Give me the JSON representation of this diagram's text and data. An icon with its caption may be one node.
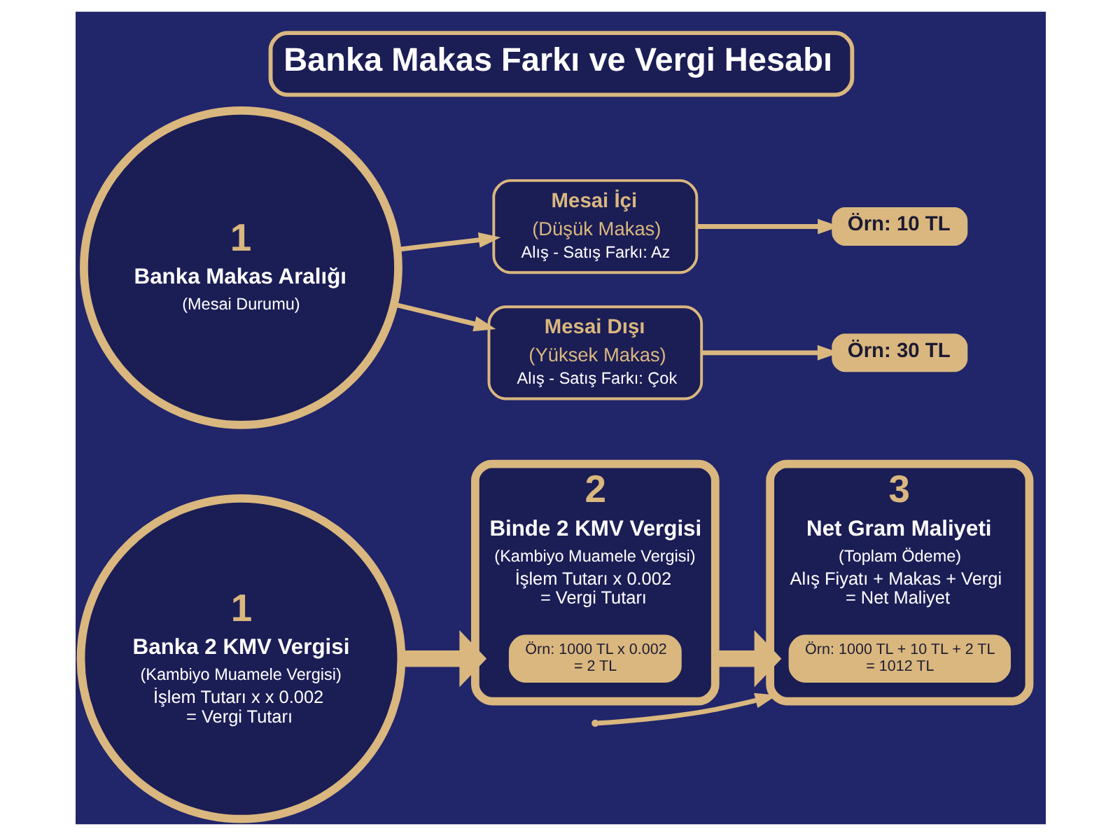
{
  "diagram": {
    "title": "Banka Makas Farkı ve Vergi Hesabı",
    "nodes": [
      {
        "text": [
          "1",
          "Banka Makas Aralığı",
          "(Mesai Durumu)"
        ]
      },
      {
        "text": [
          "Mesai İçi",
          "(Düşük Makas)",
          "Alış - Satış Farkı: Az"
        ]
      },
      {
        "text": [
          "Örn: 10 TL"
        ]
      },
      {
        "text": [
          "Mesai Dışı",
          "(Yüksek Makas)",
          "Alış - Satış Farkı: Çok"
        ]
      },
      {
        "text": [
          "Örn: 30 TL"
        ]
      },
      {
        "text": [
          "1",
          "Banka 2 KMV Vergisi",
          "(Kambiyo Muamele Vergisi)",
          "İşlem Tutarı x x 0.002 = Vergi Tutarı"
        ]
      },
      {
        "text": [
          "2",
          "Binde 2 KMV Vergisi",
          "(Kambiyo Muamele Vergisi)",
          "İşlem Tutarı x 0.002 = Vergi Tutarı"
        ]
      },
      {
        "text": [
          "Örn: 1000 TL x 0.002 = 2 TL"
        ],
        "in": 6
      },
      {
        "text": [
          "3",
          "Net Gram Maliyeti",
          "(Toplam Ödeme)",
          "Alış Fiyatı + Makas + Vergi = Net Maliyet"
        ]
      },
      {
        "text": [
          "Örn: 1000 TL + 10 TL + 2 TL = 1012 TL"
        ],
        "in": 8
      }
    ],
    "edges": [
      {
        "from": 0,
        "to": 1,
        "arrow": "to"
      },
      {
        "from": 0,
        "to": 3,
        "arrow": "to"
      },
      {
        "from": 1,
        "to": 2,
        "arrow": "to"
      },
      {
        "from": 3,
        "to": 4,
        "arrow": "to"
      },
      {
        "from": null,
        "to": 8,
        "arrow": "to"
      },
      {
        "from": 5,
        "to": 6,
        "arrow": "to",
        "style": "thick"
      },
      {
        "from": 6,
        "to": 8,
        "arrow": "to",
        "style": "thick"
      }
    ]
  }
}
